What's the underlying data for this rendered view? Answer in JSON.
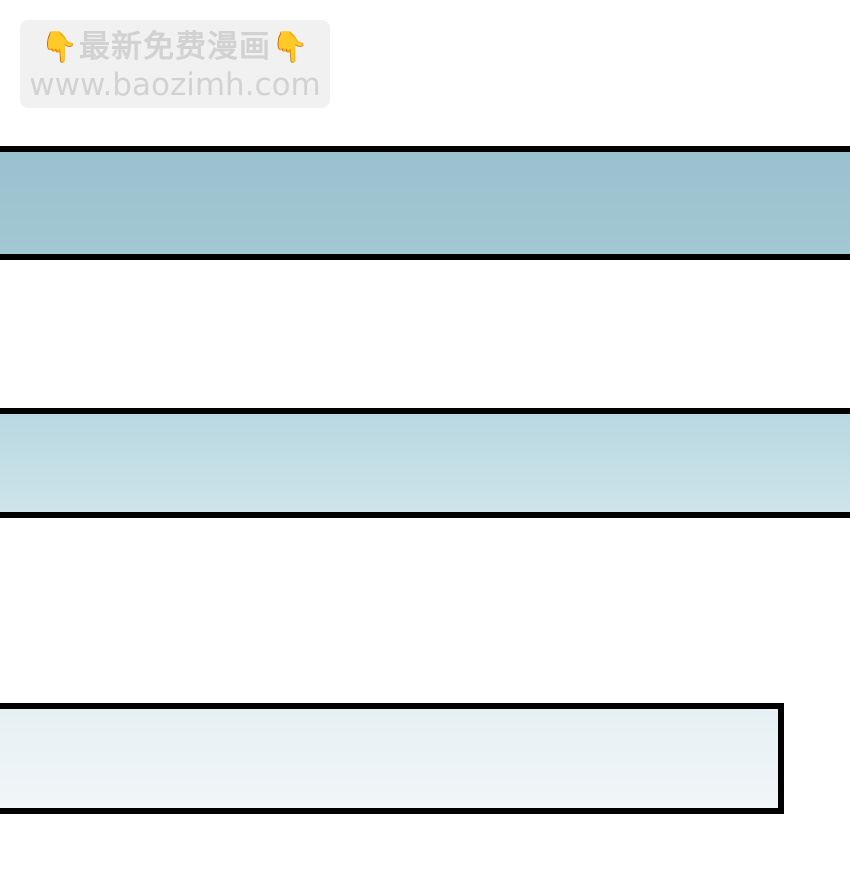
{
  "watermark": {
    "line1_icon": "pointing-down-hand",
    "line1_text": "最新免费漫画",
    "line2_text": "www.baozimh.com"
  },
  "panels": {
    "top_color": "#9ec4d0",
    "middle_color": "#c3dee6",
    "bottom_color": "#ecf3f5",
    "border_color": "#000000"
  }
}
